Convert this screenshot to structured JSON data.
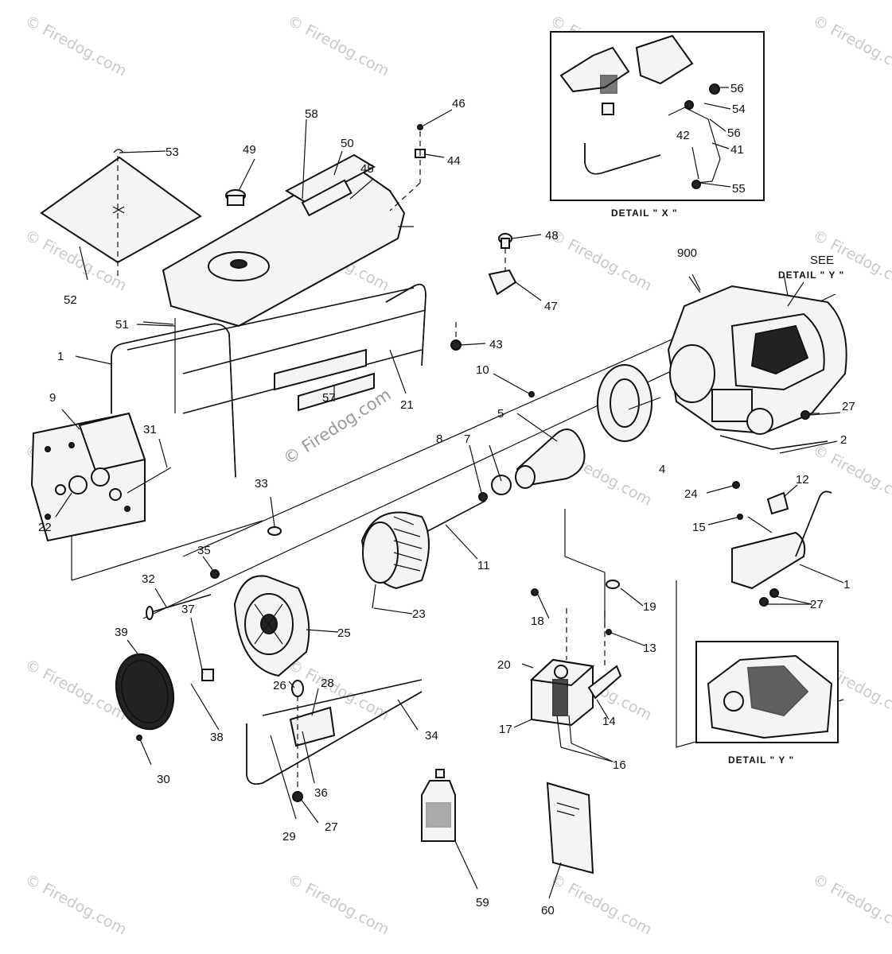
{
  "watermark": "© Firedog.com",
  "detail_x": {
    "caption": "DETAIL \" X \""
  },
  "detail_y": {
    "caption": "DETAIL \" Y \""
  },
  "see_detail": {
    "line1": "SEE",
    "line2": "DETAIL \" Y \""
  },
  "callouts": {
    "c1a": "1",
    "c1b": "1",
    "c2": "2",
    "c4": "4",
    "c5": "5",
    "c7": "7",
    "c8": "8",
    "c9": "9",
    "c10": "10",
    "c11": "11",
    "c12": "12",
    "c13": "13",
    "c14": "14",
    "c15": "15",
    "c16": "16",
    "c17": "17",
    "c18": "18",
    "c19": "19",
    "c20": "20",
    "c21": "21",
    "c22": "22",
    "c23": "23",
    "c24": "24",
    "c25": "25",
    "c26": "26",
    "c27a": "27",
    "c27b": "27",
    "c27c": "27",
    "c28": "28",
    "c29": "29",
    "c30": "30",
    "c31": "31",
    "c32": "32",
    "c33": "33",
    "c34": "34",
    "c35": "35",
    "c36": "36",
    "c37": "37",
    "c38": "38",
    "c39": "39",
    "c41": "41",
    "c42": "42",
    "c43": "43",
    "c44": "44",
    "c45": "45",
    "c46": "46",
    "c47": "47",
    "c48": "48",
    "c49": "49",
    "c50": "50",
    "c51": "51",
    "c52": "52",
    "c53": "53",
    "c54": "54",
    "c55": "55",
    "c56a": "56",
    "c56b": "56",
    "c57": "57",
    "c58": "58",
    "c59": "59",
    "c60": "60",
    "c900": "900"
  }
}
